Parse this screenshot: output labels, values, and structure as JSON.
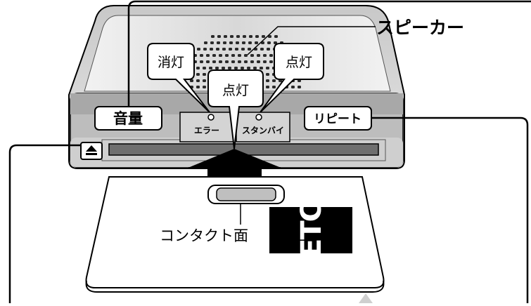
{
  "labels": {
    "speaker": "スピーカー",
    "led_error_state": "消灯",
    "led_center_state": "点灯",
    "led_standby_state": "点灯",
    "volume_button": "音量",
    "error_label": "エラー",
    "standby_label": "スタンバイ",
    "repeat_button": "リピート",
    "contact_surface": "コンタクト面",
    "card_logo": "ETC"
  },
  "icons": {
    "eject": "eject-icon",
    "insert_arrow": "up-arrow-icon"
  },
  "colors": {
    "device_body": "#d9d9d9",
    "device_dark": "#9a9a9a",
    "outline": "#000000",
    "slot": "#6f6f6f",
    "card": "#ffffff",
    "background": "#ffffff"
  }
}
